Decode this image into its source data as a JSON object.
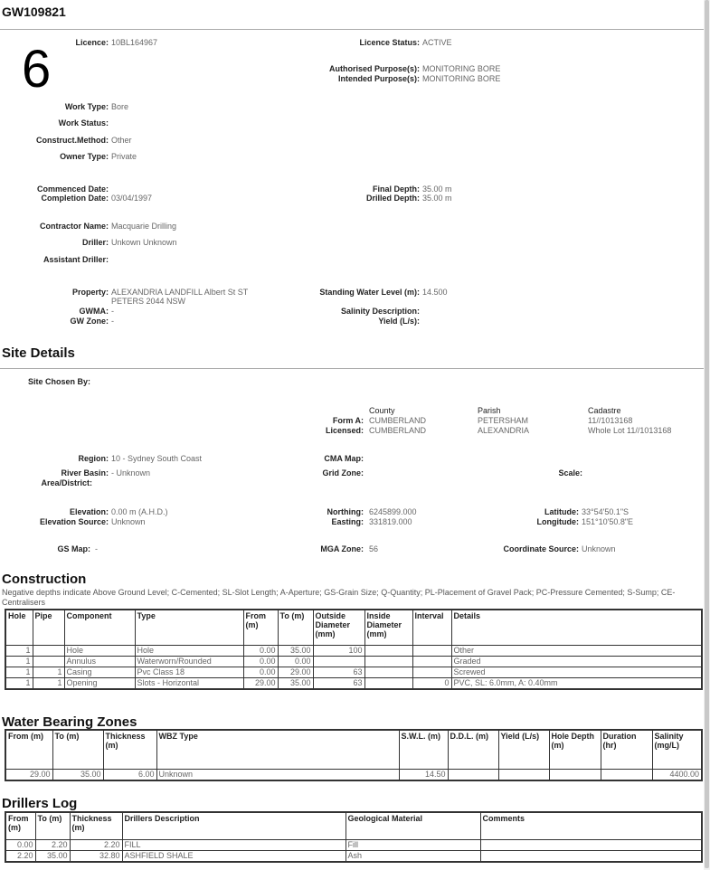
{
  "title": "GW109821",
  "marker": "6",
  "fields": {
    "licence": {
      "label": "Licence:",
      "value": "10BL164967"
    },
    "licence_status": {
      "label": "Licence Status:",
      "value": "ACTIVE"
    },
    "authorised": {
      "label": "Authorised Purpose(s):",
      "value": "MONITORING BORE"
    },
    "intended": {
      "label": "Intended Purpose(s):",
      "value": "MONITORING BORE"
    },
    "work_type": {
      "label": "Work Type:",
      "value": "Bore"
    },
    "work_status": {
      "label": "Work Status:",
      "value": ""
    },
    "construct": {
      "label": "Construct.Method:",
      "value": "Other"
    },
    "owner": {
      "label": "Owner Type:",
      "value": "Private"
    },
    "commenced": {
      "label": "Commenced Date:",
      "value": ""
    },
    "completion": {
      "label": "Completion Date:",
      "value": "03/04/1997"
    },
    "final_depth": {
      "label": "Final Depth:",
      "value": "35.00 m"
    },
    "drilled_depth": {
      "label": "Drilled Depth:",
      "value": "35.00 m"
    },
    "contractor": {
      "label": "Contractor Name:",
      "value": "Macquarie Drilling"
    },
    "driller": {
      "label": "Driller:",
      "value": "Unkown Unknown"
    },
    "assistant": {
      "label": "Assistant Driller:",
      "value": ""
    },
    "property": {
      "label": "Property:",
      "value": "ALEXANDRIA LANDFILL Albert St ST",
      "value2": "PETERS 2044 NSW"
    },
    "gwma": {
      "label": "GWMA:",
      "value": "-"
    },
    "gwzone": {
      "label": "GW Zone:",
      "value": "-"
    },
    "swl": {
      "label": "Standing Water Level (m):",
      "value": "14.500"
    },
    "salinity": {
      "label": "Salinity Description:",
      "value": ""
    },
    "yield": {
      "label": "Yield (L/s):",
      "value": ""
    }
  },
  "site": {
    "heading": "Site Details",
    "chosen_by": {
      "label": "Site Chosen By:",
      "value": ""
    },
    "col_headers": [
      "County",
      "Parish",
      "Cadastre"
    ],
    "form_a": {
      "label": "Form A:",
      "county": "CUMBERLAND",
      "parish": "PETERSHAM",
      "cadastre": "11//1013168"
    },
    "licensed": {
      "label": "Licensed:",
      "county": "CUMBERLAND",
      "parish": "ALEXANDRIA",
      "cadastre": "Whole Lot 11//1013168"
    },
    "region": {
      "label": "Region:",
      "value": "10 - Sydney South Coast"
    },
    "cma_map": {
      "label": "CMA Map:",
      "value": ""
    },
    "river_basin": {
      "label": "River Basin:",
      "value": "- Unknown"
    },
    "area": {
      "label": "Area/District:",
      "value": ""
    },
    "grid_zone": {
      "label": "Grid Zone:",
      "value": ""
    },
    "scale": {
      "label": "Scale:",
      "value": ""
    },
    "elevation": {
      "label": "Elevation:",
      "value": "0.00 m (A.H.D.)"
    },
    "elevation_source": {
      "label": "Elevation Source:",
      "value": "Unknown"
    },
    "northing": {
      "label": "Northing:",
      "value": "6245899.000"
    },
    "easting": {
      "label": "Easting:",
      "value": "331819.000"
    },
    "latitude": {
      "label": "Latitude:",
      "value": "33°54'50.1\"S"
    },
    "longitude": {
      "label": "Longitude:",
      "value": "151°10'50.8\"E"
    },
    "gs_map": {
      "label": "GS Map:",
      "value": "-"
    },
    "mga_zone": {
      "label": "MGA Zone:",
      "value": "56"
    },
    "coord_source": {
      "label": "Coordinate Source:",
      "value": "Unknown"
    }
  },
  "construction": {
    "heading": "Construction",
    "note": "Negative depths indicate Above Ground Level; C-Cemented; SL-Slot Length; A-Aperture; GS-Grain Size; Q-Quantity; PL-Placement of Gravel Pack; PC-Pressure Cemented; S-Sump; CE-Centralisers",
    "headers": [
      "Hole",
      "Pipe",
      "Component",
      "Type",
      "From (m)",
      "To (m)",
      "Outside Diameter (mm)",
      "Inside Diameter (mm)",
      "Interval",
      "Details"
    ],
    "rows": [
      [
        "1",
        "",
        "Hole",
        "Hole",
        "0.00",
        "35.00",
        "100",
        "",
        "",
        "Other"
      ],
      [
        "1",
        "",
        "Annulus",
        "Waterworn/Rounded",
        "0.00",
        "0.00",
        "",
        "",
        "",
        "Graded"
      ],
      [
        "1",
        "1",
        "Casing",
        "Pvc Class 18",
        "0.00",
        "29.00",
        "63",
        "",
        "",
        "Screwed"
      ],
      [
        "1",
        "1",
        "Opening",
        "Slots - Horizontal",
        "29.00",
        "35.00",
        "63",
        "",
        "0",
        "PVC, SL: 6.0mm, A: 0.40mm"
      ]
    ]
  },
  "wbz": {
    "heading": "Water Bearing Zones",
    "headers": [
      "From (m)",
      "To (m)",
      "Thickness (m)",
      "WBZ Type",
      "S.W.L. (m)",
      "D.D.L. (m)",
      "Yield (L/s)",
      "Hole Depth (m)",
      "Duration (hr)",
      "Salinity (mg/L)"
    ],
    "rows": [
      [
        "29.00",
        "35.00",
        "6.00",
        "Unknown",
        "14.50",
        "",
        "",
        "",
        "",
        "4400.00"
      ]
    ]
  },
  "log": {
    "heading": "Drillers Log",
    "headers": [
      "From (m)",
      "To (m)",
      "Thickness (m)",
      "Drillers Description",
      "Geological Material",
      "Comments"
    ],
    "rows": [
      [
        "0.00",
        "2.20",
        "2.20",
        "FILL",
        "Fill",
        ""
      ],
      [
        "2.20",
        "35.00",
        "32.80",
        "ASHFIELD SHALE",
        "Ash",
        ""
      ]
    ]
  }
}
